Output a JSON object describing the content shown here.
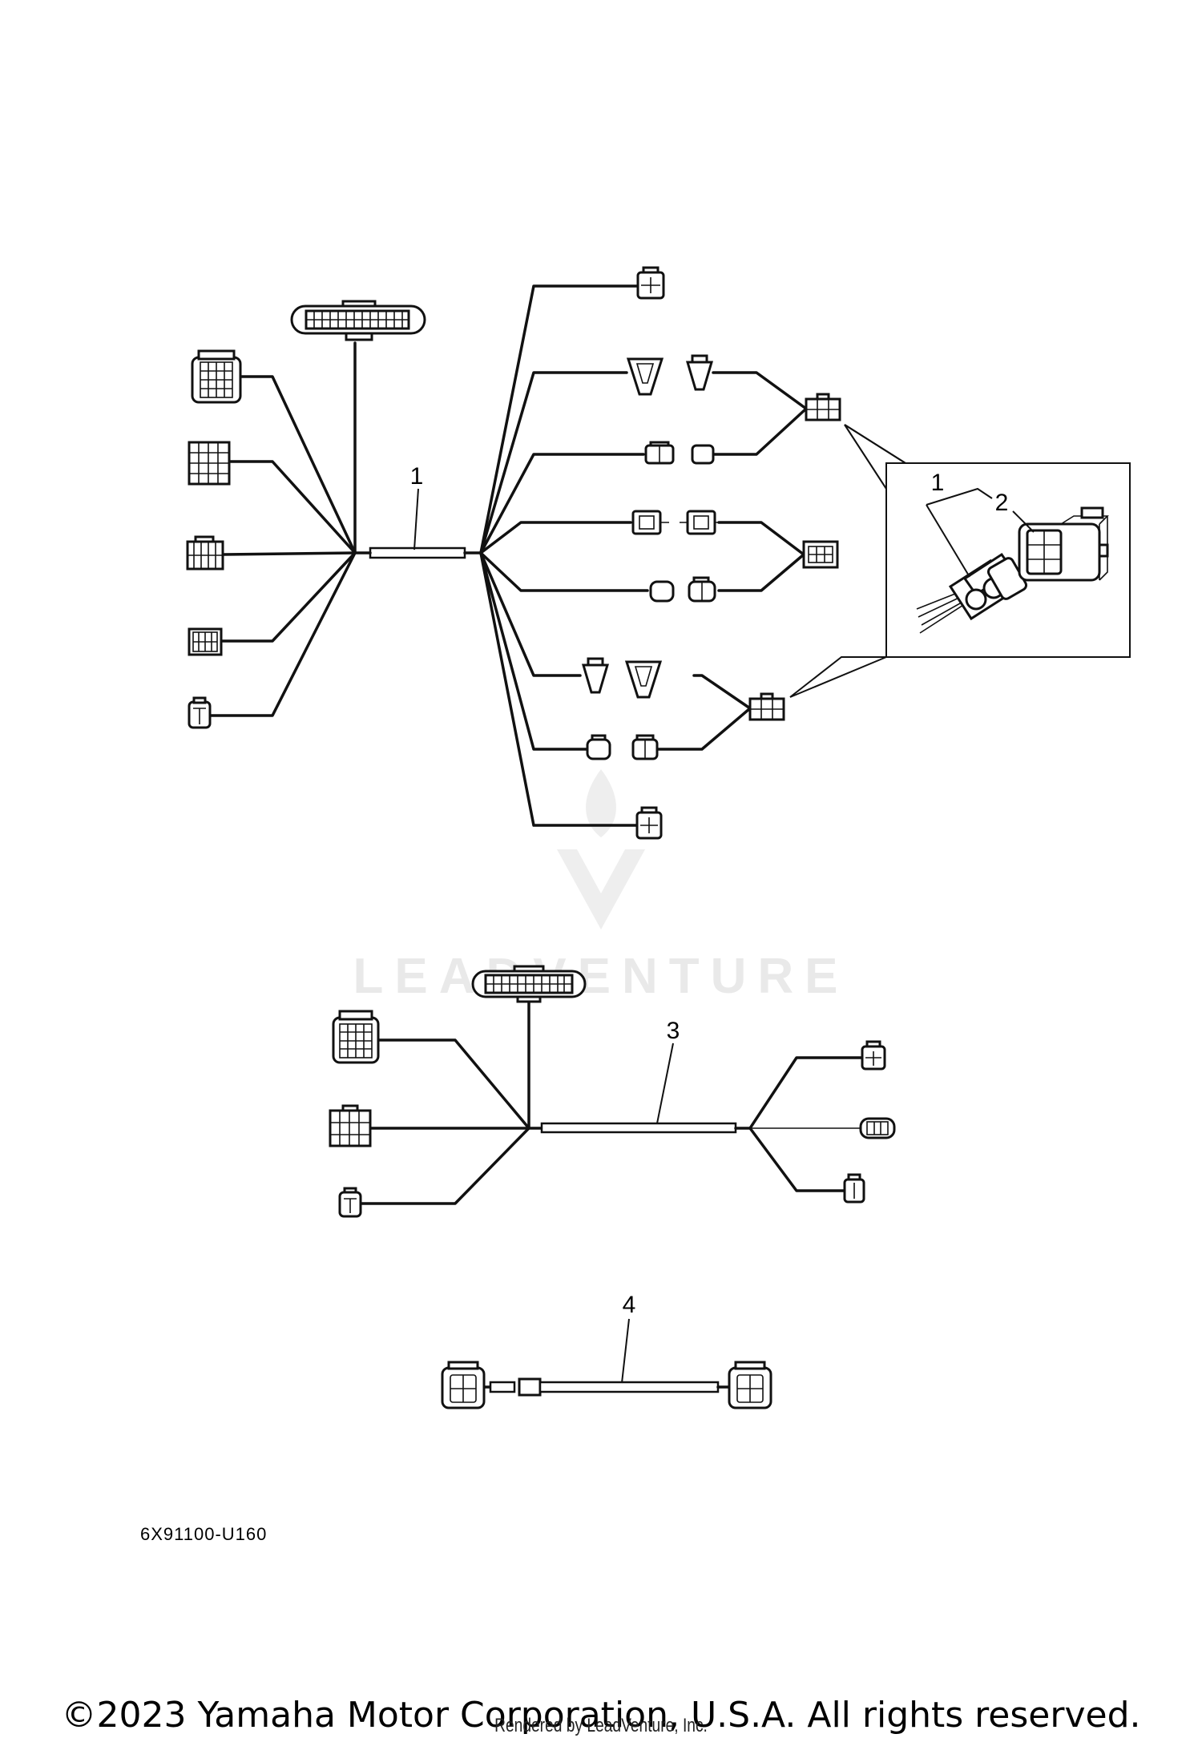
{
  "callouts": {
    "harness_1": "1",
    "detail_1": "1",
    "detail_2": "2",
    "harness_3": "3",
    "harness_4": "4"
  },
  "part_code": "6X91100-U160",
  "copyright": "©2023 Yamaha Motor Corporation, U.S.A. All rights reserved.",
  "rendered_by": "Rendered by LeadVenture, Inc.",
  "watermark": "LEADVENTURE"
}
